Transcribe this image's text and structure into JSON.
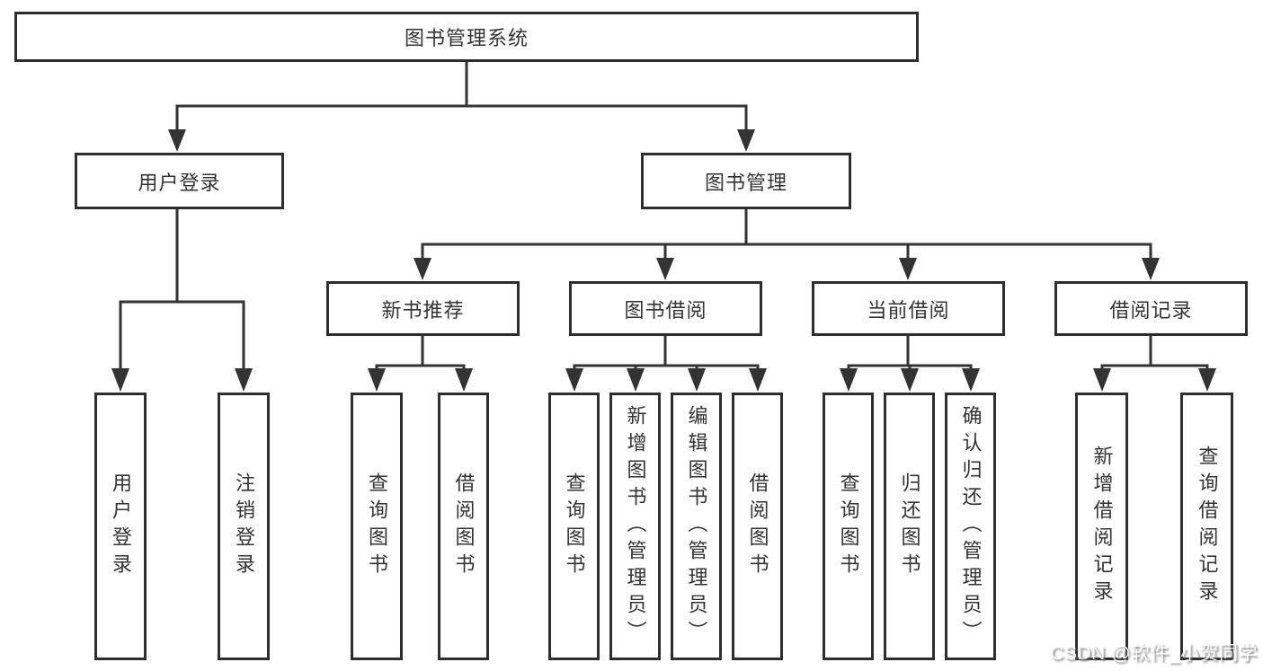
{
  "diagram": {
    "title": "图书管理系统",
    "level2": [
      {
        "label": "用户登录"
      },
      {
        "label": "图书管理"
      }
    ],
    "level3": [
      {
        "label": "新书推荐"
      },
      {
        "label": "图书借阅"
      },
      {
        "label": "当前借阅"
      },
      {
        "label": "借阅记录"
      }
    ],
    "leaves": {
      "user_login": [
        "用户登录",
        "注销登录"
      ],
      "new_book_rec": [
        "查询图书",
        "借阅图书"
      ],
      "book_borrow": [
        "查询图书",
        "新增图书（管理员）",
        "编辑图书（管理员）",
        "借阅图书"
      ],
      "current_borrow": [
        "查询图书",
        "归还图书",
        "确认归还（管理员）"
      ],
      "borrow_record": [
        "新增借阅记录",
        "查询借阅记录"
      ]
    }
  },
  "watermark": {
    "text": "CSDN @软件_小贺同学"
  },
  "colors": {
    "line": "#333333",
    "box_border": "#2e2e2e",
    "text": "#333333",
    "background": "#ffffff",
    "watermark_shadow": "#696969"
  }
}
